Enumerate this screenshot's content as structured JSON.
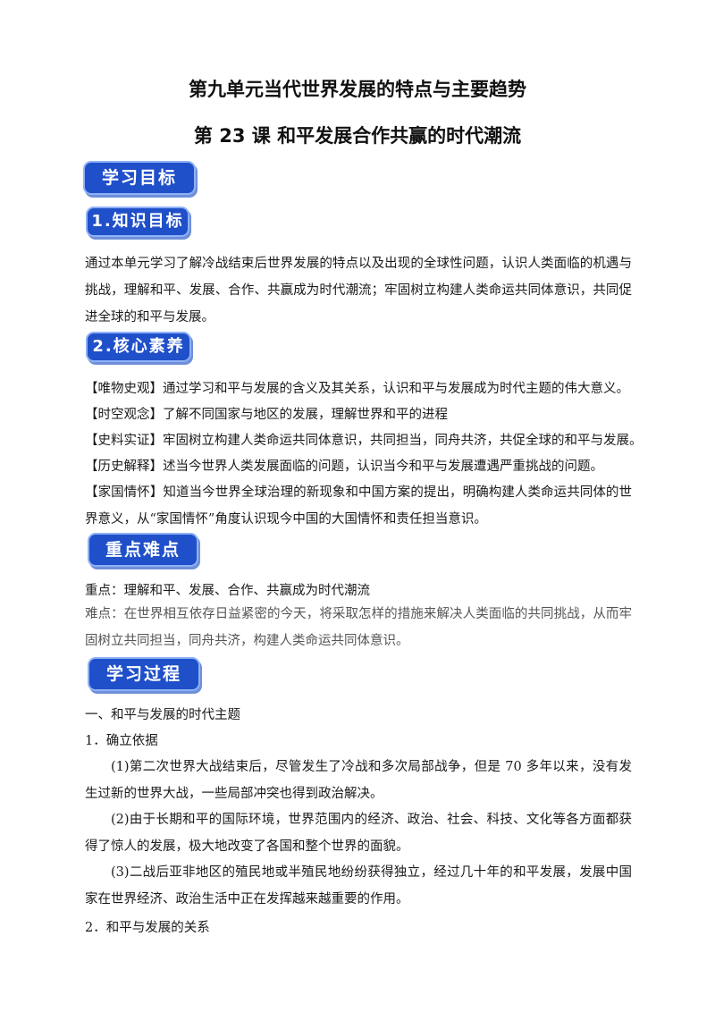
{
  "header": {
    "unit_title": "第九单元当代世界发展的特点与主要趋势",
    "lesson_title": "第 23 课 和平发展合作共赢的时代潮流"
  },
  "sections": {
    "learning_goals": "学习目标",
    "knowledge_goals": "1.知识目标",
    "knowledge_text": "通过本单元学习了解冷战结束后世界发展的特点以及出现的全球性问题，认识人类面临的机遇与挑战，理解和平、发展、合作、共赢成为时代潮流；牢固树立构建人类命运共同体意识，共同促进全球的和平与发展。",
    "core_literacy": "2.核心素养",
    "literacy_items": [
      "【唯物史观】通过学习和平与发展的含义及其关系，认识和平与发展成为时代主题的伟大意义。",
      "【时空观念】了解不同国家与地区的发展，理解世界和平的进程",
      "【史料实证】牢固树立构建人类命运共同体意识，共同担当，同舟共济，共促全球的和平与发展。",
      "【历史解释】述当今世界人类发展面临的问题，认识当今和平与发展遭遇严重挑战的问题。",
      "【家国情怀】知道当今世界全球治理的新现象和中国方案的提出，明确构建人类命运共同体的世界意义，从“家国情怀”角度认识现今中国的大国情怀和责任担当意识。"
    ],
    "key_points": "重点难点",
    "key_point_text": "重点：理解和平、发展、合作、共赢成为时代潮流",
    "difficult_point_text": "难点：在世界相互依存日益紧密的今天，将采取怎样的措施来解决人类面临的共同挑战，从而牢固树立共同担当，同舟共济，构建人类命运共同体意识。",
    "learning_process": "学习过程"
  },
  "process": {
    "heading1": "一、和平与发展的时代主题",
    "sub1": "1．确立依据",
    "points": [
      "(1)第二次世界大战结束后，尽管发生了冷战和多次局部战争，但是 70 多年以来，没有发生过新的世界大战，一些局部冲突也得到政治解决。",
      "(2)由于长期和平的国际环境，世界范围内的经济、政治、社会、科技、文化等各方面都获得了惊人的发展，极大地改变了各国和整个世界的面貌。",
      "(3)二战后亚非地区的殖民地或半殖民地纷纷获得独立，经过几十年的和平发展，发展中国家在世界经济、政治生活中正在发挥越来越重要的作用。"
    ],
    "sub2": "2．和平与发展的关系"
  }
}
